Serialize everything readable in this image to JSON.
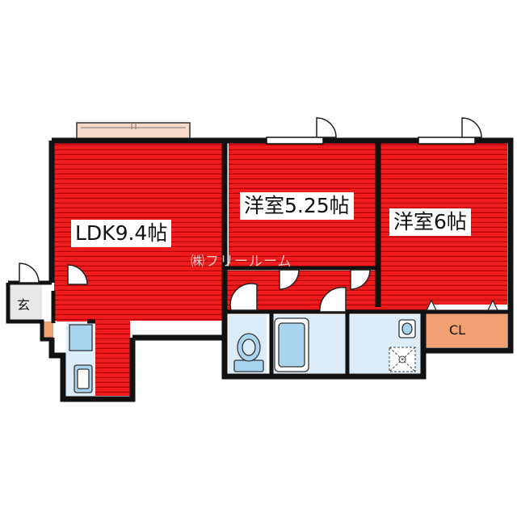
{
  "rooms": {
    "ldk": "LDK9.4帖",
    "western1": "洋室5.25帖",
    "western2": "洋室6帖",
    "entrance": "玄",
    "closet": "CL"
  },
  "watermark": "㈱フリールーム",
  "colors": {
    "floor_red": "#ee1c1c",
    "floor_stripe": "#b30000",
    "wet_area": "#dcecf8",
    "fixture_blue": "#a9d4f0",
    "closet_floor": "#f0a070",
    "wall": "#111111",
    "balcony": "#f6d9c6"
  },
  "icons": [
    "door-swing-icon",
    "toilet-icon",
    "bathtub-icon",
    "washer-pan-icon",
    "sink-icon"
  ]
}
